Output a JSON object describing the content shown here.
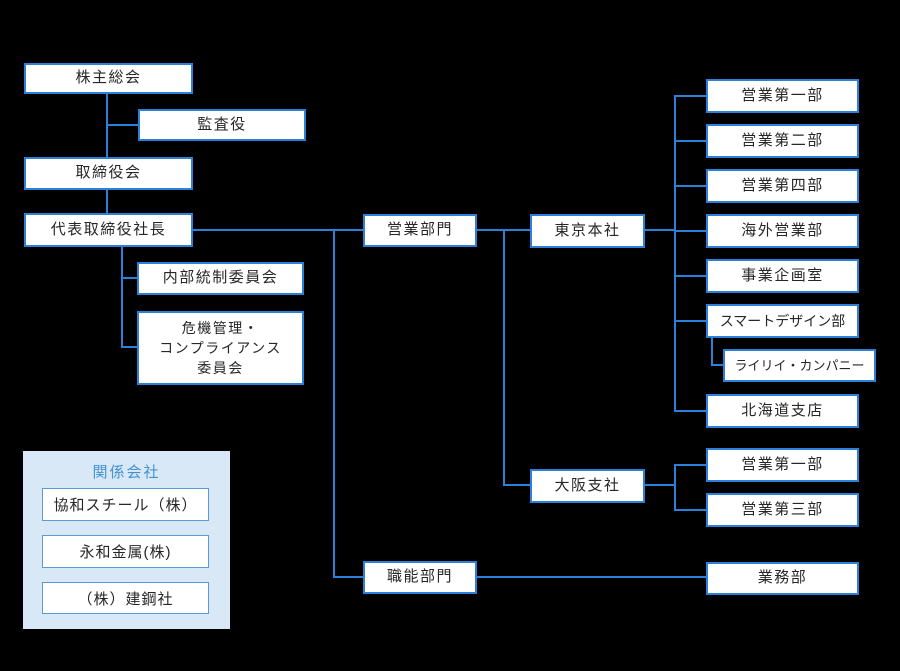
{
  "colors": {
    "background": "#000000",
    "node_border": "#2b80d9",
    "node_background": "#ffffff",
    "node_text": "#262626",
    "connector_line": "#2b80d9",
    "panel_background": "#d9e8f6",
    "panel_title_text": "#4292d0",
    "panel_box_border": "#5b9bd5"
  },
  "nodes": {
    "shareholders_meeting": "株主総会",
    "auditor": "監査役",
    "board_of_directors": "取締役会",
    "president": "代表取締役社長",
    "internal_control_committee": "内部統制委員会",
    "risk_compliance_committee": "危機管理・\nコンプライアンス\n委員会",
    "sales_division": "営業部門",
    "functional_division": "職能部門",
    "tokyo_head_office": "東京本社",
    "osaka_branch_office": "大阪支社"
  },
  "tokyo_departments": [
    "営業第一部",
    "営業第二部",
    "営業第四部",
    "海外営業部",
    "事業企画室",
    "スマートデザイン部",
    "北海道支店"
  ],
  "smart_design_subsidiary": "ライリイ・カンパニー",
  "osaka_departments": [
    "営業第一部",
    "営業第三部"
  ],
  "functional_departments": [
    "業務部"
  ],
  "related_companies": {
    "title": "関係会社",
    "items": [
      "協和スチール（株）",
      "永和金属(株)",
      "（株）建鋼社"
    ]
  }
}
